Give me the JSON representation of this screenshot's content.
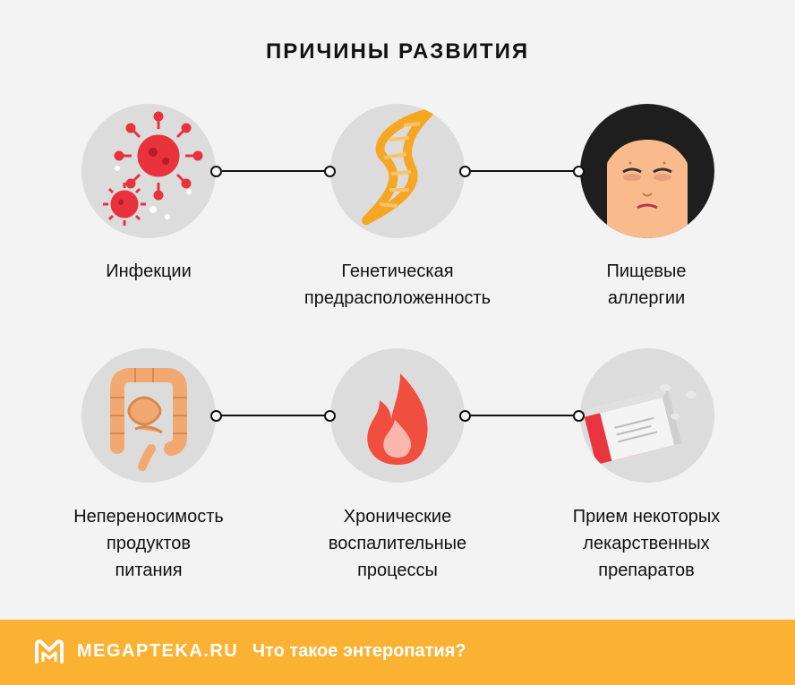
{
  "title": "ПРИЧИНЫ РАЗВИТИЯ",
  "items": [
    {
      "lines": [
        "Инфекции"
      ],
      "icon": "virus-icon"
    },
    {
      "lines": [
        "Генетическая",
        "предрасположенность"
      ],
      "icon": "dna-icon"
    },
    {
      "lines": [
        "Пищевые",
        "аллергии"
      ],
      "icon": "allergy-face-icon"
    },
    {
      "lines": [
        "Непереносимость",
        "продуктов",
        "питания"
      ],
      "icon": "intestine-icon"
    },
    {
      "lines": [
        "Хронические",
        "воспалительные",
        "процессы"
      ],
      "icon": "fire-icon"
    },
    {
      "lines": [
        "Прием некоторых",
        "лекарственных",
        "препаратов"
      ],
      "icon": "medicine-box-icon"
    }
  ],
  "footer": {
    "brand": "MEGAPTEKA.RU",
    "link": "Что такое энтеропатия?",
    "color": "#fbb132"
  },
  "colors": {
    "accent": "#fbb132",
    "virus": "#e8333d",
    "dna": "#f5a623",
    "fire": "#f04e3e"
  }
}
